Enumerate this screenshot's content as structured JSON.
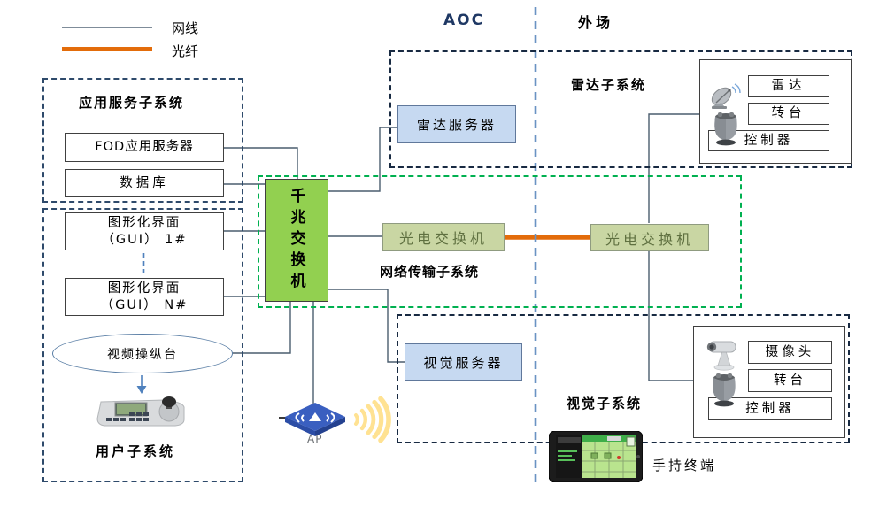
{
  "legend": {
    "network_cable_label": "网线",
    "optical_fiber_label": "光纤"
  },
  "zones": {
    "aoc_label": "AOC",
    "outfield_label": "外场"
  },
  "app_server_subsystem": {
    "title": "应用服务子系统",
    "fod_server": "FOD应用服务器",
    "database": "数据库"
  },
  "user_subsystem": {
    "title": "用户子系统",
    "gui1_line1": "图形化界面",
    "gui1_line2": "（GUI） 1#",
    "guiN_line1": "图形化界面",
    "guiN_line2": "（GUI） N#",
    "video_console": "视频操纵台"
  },
  "core_switch_label": "千兆交换机",
  "network_subsystem": {
    "title": "网络传输子系统",
    "aoc_optical_switch": "光电交换机",
    "field_optical_switch": "光电交换机"
  },
  "radar_subsystem": {
    "title": "雷达子系统",
    "server": "雷达服务器",
    "radar": "雷达",
    "turntable": "转台",
    "controller": "控制器"
  },
  "vision_subsystem": {
    "title": "视觉子系统",
    "server": "视觉服务器",
    "camera": "摄像头",
    "turntable": "转台",
    "controller": "控制器"
  },
  "wireless": {
    "ap_label": "AP"
  },
  "handheld_terminal_label": "手持终端",
  "colors": {
    "core_switch_fill": "#92d050",
    "optical_switch_fill": "#c9d6a3",
    "server_fill": "#c6d9f1",
    "fiber_orange": "#e36c0a",
    "network_dashed_green": "#00b050",
    "zone_divider_blue": "#6a93c3",
    "subsystem_dashed_navy": "#1f3550",
    "wire_gray": "#4a5d6e",
    "wifi_yellow": "#ffe292"
  }
}
